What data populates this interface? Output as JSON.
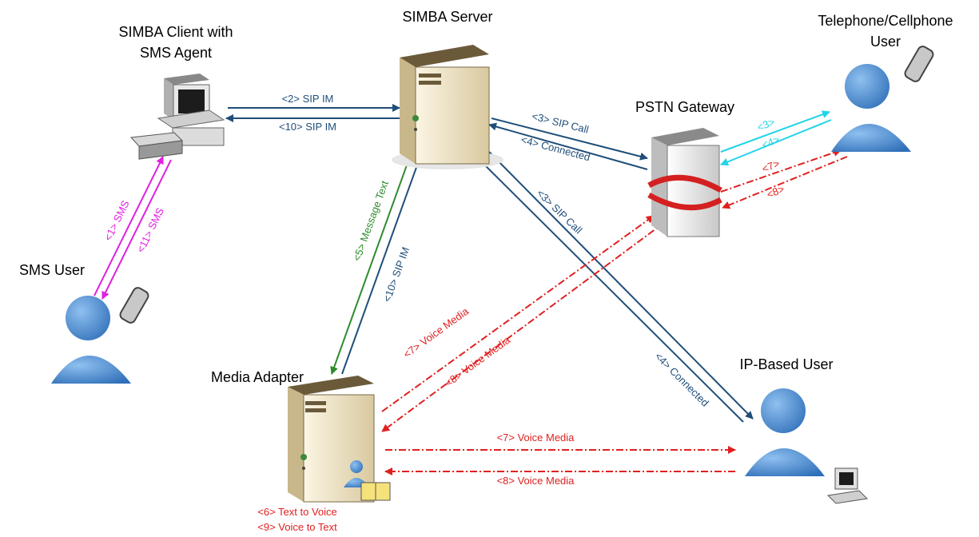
{
  "nodes": {
    "simba_client": [
      "SIMBA Client with",
      "SMS Agent"
    ],
    "simba_server": "SIMBA Server",
    "pstn_gateway": "PSTN Gateway",
    "telephone_user": [
      "Telephone/Cellphone",
      "User"
    ],
    "sms_user": "SMS User",
    "media_adapter": "Media Adapter",
    "ip_user": "IP-Based User"
  },
  "notes": {
    "text_to_voice": "<6> Text to Voice",
    "voice_to_text": "<9> Voice to Text"
  },
  "edges": {
    "sip_im_2": "<2> SIP IM",
    "sip_im_10_top": "<10> SIP IM",
    "sip_call_3": "<3> SIP Call",
    "connected_4": "<4> Connected",
    "sip_call_3_ip": "<3> SIP Call",
    "connected_4_ip": "<4> Connected",
    "sms_1": "<1> SMS",
    "sms_11": "<11> SMS",
    "message_text_5": "<5> Message Text",
    "sip_im_10_left": "<10> SIP IM",
    "pstn_3": "<3>",
    "pstn_4": "<4>",
    "pstn_7": "<7>",
    "pstn_8": "<8>",
    "voice_media_7_diag": "<7> Voice Media",
    "voice_media_8_diag": "<8> Voice Media",
    "voice_media_7": "<7> Voice Media",
    "voice_media_8": "<8> Voice Media"
  },
  "colors": {
    "navy": "#1f4e79",
    "magenta": "#e020e0",
    "cyan": "#22d4e8",
    "red": "#e02020",
    "green": "#2e8b2e",
    "person": "#3f7fc8",
    "server_body": "#efe4c4"
  }
}
